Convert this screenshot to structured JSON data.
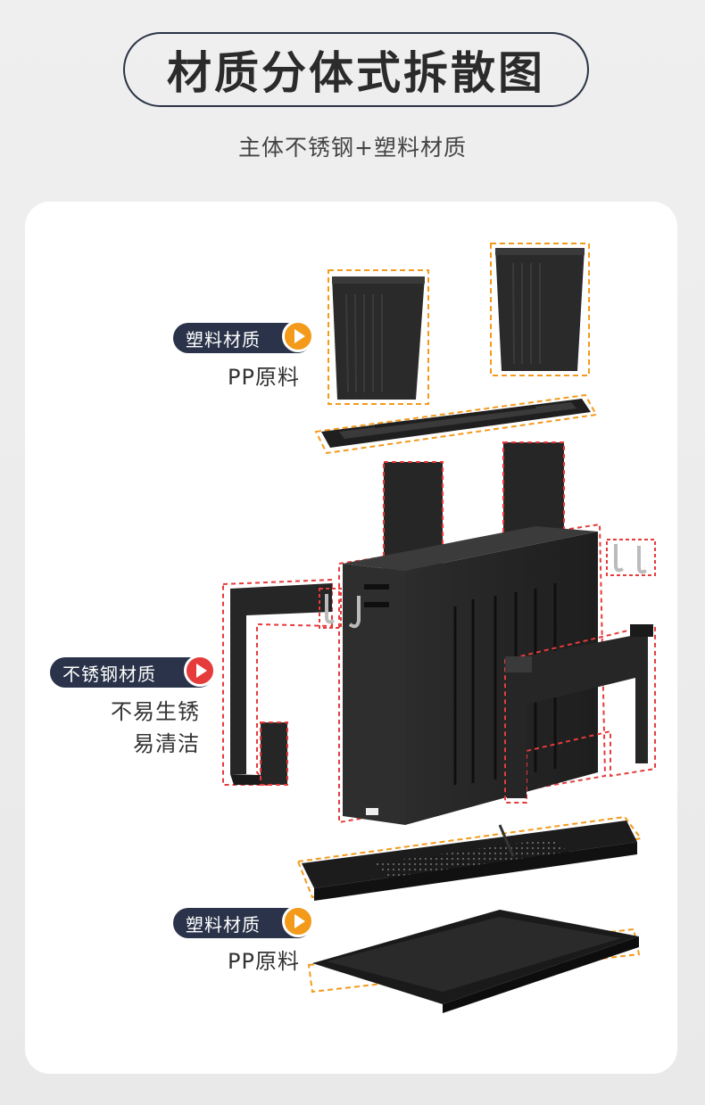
{
  "title": "材质分体式拆散图",
  "subtitle": "主体不锈钢+塑料材质",
  "labels": {
    "top_tag": "塑料材质",
    "top_note": "PP原料",
    "mid_tag": "不锈钢材质",
    "mid_note_1": "不易生锈",
    "mid_note_2": "易清洁",
    "bottom_tag": "塑料材质",
    "bottom_note": "PP原料"
  },
  "colors": {
    "accent_orange": "#f39a1b",
    "accent_red": "#e53b3b",
    "tag_bg": "#2a3349",
    "dash_orange": "#f39a1b",
    "dash_red": "#e53b3b"
  }
}
